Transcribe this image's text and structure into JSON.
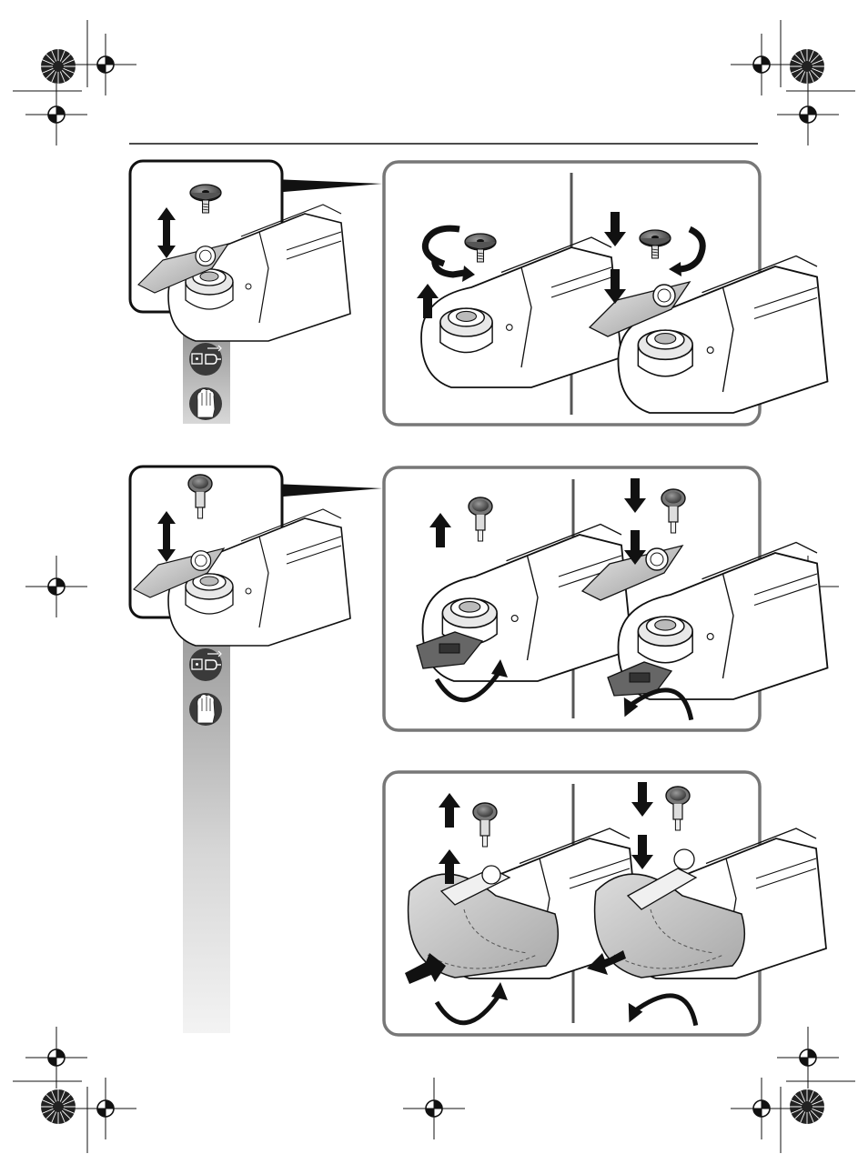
{
  "page": {
    "background": "#ffffff",
    "ink": "#111111",
    "panel_fill": "#ffffff",
    "gray_strip_top": "#9a9a9a",
    "gray_strip_bottom": "#f2f2f2",
    "icon_fill": "#3a3a3a"
  },
  "icons": {
    "unplug": "unplug-icon",
    "gloves": "gloves-icon",
    "registration": "registration-mark-icon",
    "color_target": "color-target-icon"
  },
  "sections": [
    {
      "id": "section-1",
      "steps": [
        "remove-screw",
        "insert-blade"
      ]
    },
    {
      "id": "section-2",
      "steps": [
        "remove-screw",
        "insert-blade"
      ]
    },
    {
      "id": "section-3",
      "steps": [
        "remove-screw-with-guard",
        "insert-blade-with-guard"
      ]
    }
  ]
}
